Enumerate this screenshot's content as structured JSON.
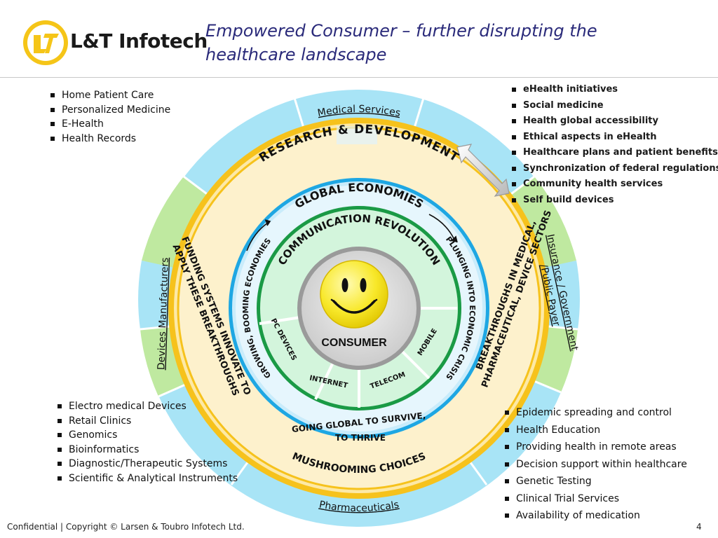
{
  "header": {
    "logo_text": "L&T Infotech",
    "title_line1": "Empowered Consumer – further disrupting the",
    "title_line2": "healthcare landscape"
  },
  "lists": {
    "top_left": [
      "Home Patient Care",
      "Personalized Medicine",
      "E-Health",
      "Health Records"
    ],
    "top_right": [
      "eHealth initiatives",
      "Social medicine",
      "Health global accessibility",
      "Ethical aspects in eHealth",
      "Healthcare plans and patient benefits",
      "Synchronization of federal regulations",
      "Community health services",
      "Self build devices"
    ],
    "bottom_left": [
      "Electro medical Devices",
      "Retail Clinics",
      "Genomics",
      "Bioinformatics",
      "Diagnostic/Therapeutic Systems",
      "Scientific & Analytical Instruments"
    ],
    "bottom_right": [
      "Epidemic spreading and control",
      "Health Education",
      "Providing health in remote areas",
      "Decision support within healthcare",
      "Genetic Testing",
      "Clinical Trial Services",
      "Availability of medication"
    ]
  },
  "wheel": {
    "outer_labels": {
      "top": "Medical Services",
      "left": "Devices Manufacturers",
      "right_line1": "Insurance / Government",
      "right_line2": "/Public Payer",
      "bottom": "Pharmaceuticals"
    },
    "rd_ring": {
      "top": "RESEARCH & DEVELOPMENT",
      "left_line1": "FUNDING SYSTEMS INNOVATE TO",
      "left_line2": "APPLY THESE BREAKTHROUGHS",
      "right_line1": "BREAKTHROUGHS IN MEDICAL,",
      "right_line2": "PHARMACEUTICAL, DEVICE SECTORS",
      "bottom": "MUSHROOMING CHOICES"
    },
    "global_ring": {
      "top": "GLOBAL ECONOMIES",
      "left": "GROWING, BOOMING ECONOMIES",
      "right": "PLUNGING INTO ECONOMIC CRISIS",
      "bottom_line1": "GOING GLOBAL TO SURVIVE,",
      "bottom_line2": "TO THRIVE"
    },
    "comm_ring": {
      "top": "COMMUNICATION REVOLUTION",
      "segments": [
        "PC DEVICES",
        "INTERNET",
        "TELECOM",
        "MOBILE"
      ]
    },
    "center": "CONSUMER"
  },
  "footer": {
    "left": "Confidential  |  Copyright © Larsen & Toubro Infotech Ltd.",
    "page": "4"
  },
  "colors": {
    "title": "#2a2a7a",
    "outer_blue": "#a8e4f6",
    "outer_green": "#bfe9a0",
    "gold": "#f6c21c",
    "cream": "#fdf1cc",
    "global_blue": "#1ea7e3",
    "comm_green": "#1a9a45",
    "mint": "#d3f5dc",
    "center_grey": "#d6d6d6",
    "smiley": "#f8e82a"
  }
}
